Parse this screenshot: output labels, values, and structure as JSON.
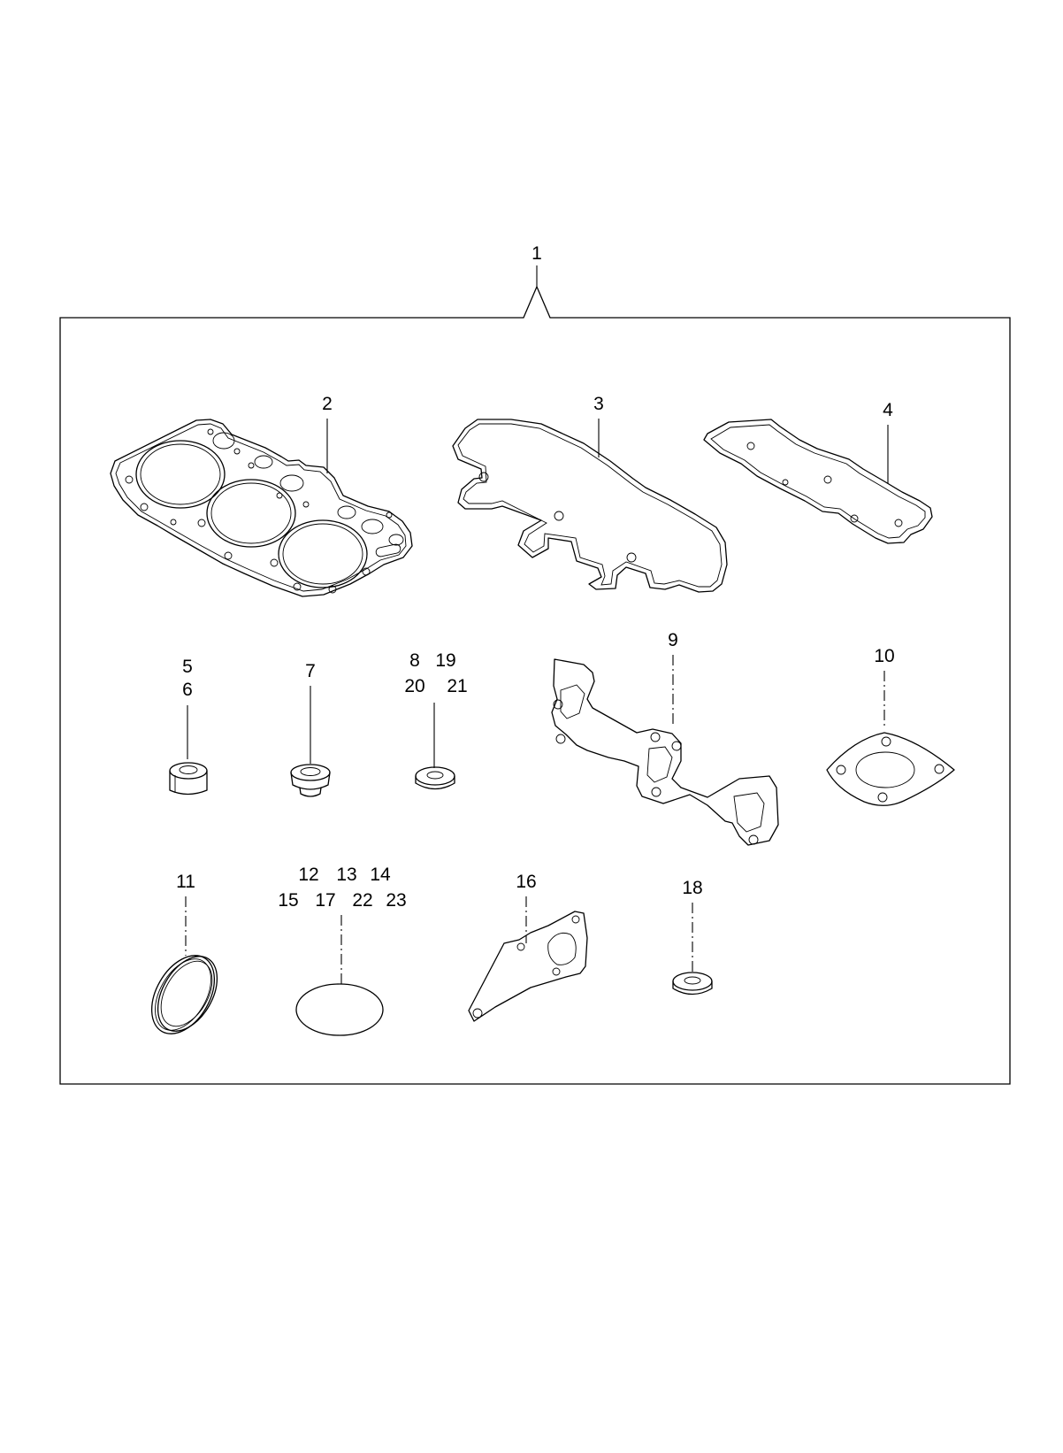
{
  "callouts": {
    "c1": "1",
    "c2": "2",
    "c3": "3",
    "c4": "4",
    "c5": "5",
    "c6": "6",
    "c7": "7",
    "c8": "8",
    "c19": "19",
    "c20": "20",
    "c21": "21",
    "c9": "9",
    "c10": "10",
    "c11": "11",
    "c12": "12",
    "c13": "13",
    "c14": "14",
    "c15": "15",
    "c17": "17",
    "c22": "22",
    "c23": "23",
    "c16": "16",
    "c18": "18"
  }
}
